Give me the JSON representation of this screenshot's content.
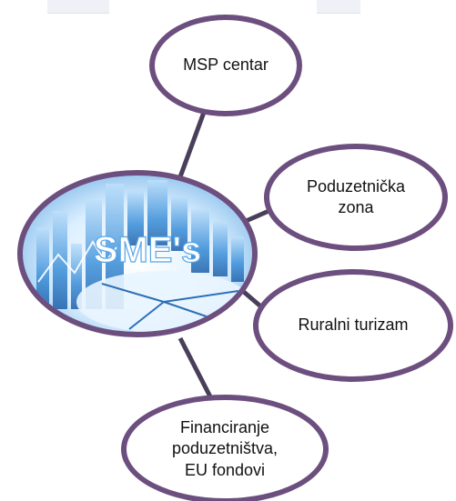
{
  "colors": {
    "bubble_border": "#6c4f7e",
    "connector": "#4a3f5a",
    "hub_blue": "#3a8fd8",
    "hub_light": "#d6ecfb"
  },
  "hub": {
    "label": "SME's",
    "icon": "sme-chart-image"
  },
  "bubbles": {
    "top": "MSP centar",
    "right_upper": "Poduzetnička\nzona",
    "right_lower": "Ruralni turizam",
    "bottom": "Financiranje\npoduzetništva,\nEU fondovi"
  }
}
